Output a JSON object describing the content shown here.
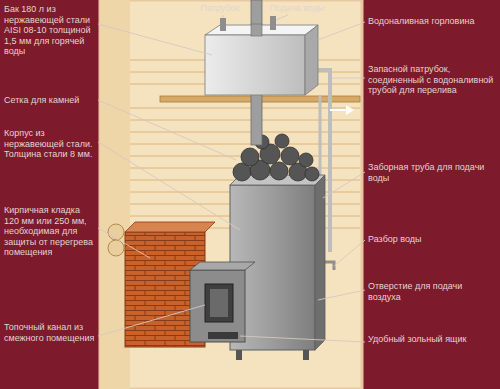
{
  "diagram": {
    "labels": [
      "Патрубок",
      "Подача воды",
      "Бак 180 л из нержавеющей стали AISI 08-10 толщиной 1,5 мм для горячей воды",
      "Водоналивная горловина",
      "Запасной патрубок, соединенный с водоналивной трубой для перелива",
      "Сетка для камней",
      "Корпус из нержавеющей стали. Толщина стали 8 мм.",
      "Заборная труба для подачи воды",
      "Кирпичная кладка 120 мм или 250 мм, необходимая для защиты от перегрева помещения",
      "Разбор воды",
      "Отверстие для подачи воздуха",
      "Топочный канал из смежного помещения",
      "Удобный зольный ящик"
    ]
  }
}
